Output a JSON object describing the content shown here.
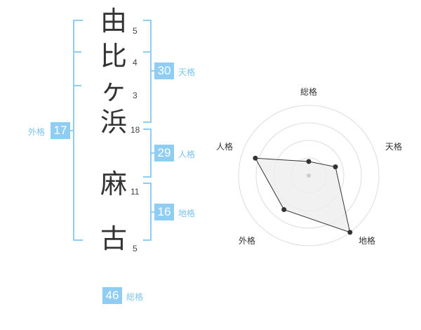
{
  "name": {
    "characters": [
      {
        "char": "由",
        "strokes": "5"
      },
      {
        "char": "比",
        "strokes": "4"
      },
      {
        "char": "ヶ",
        "strokes": "3"
      },
      {
        "char": "浜",
        "strokes": "18"
      },
      {
        "char": "麻",
        "strokes": "11"
      },
      {
        "char": "古",
        "strokes": "5"
      }
    ]
  },
  "kaku": {
    "tenkaku": {
      "value": "30",
      "label": "天格"
    },
    "jinkaku": {
      "value": "29",
      "label": "人格"
    },
    "chikaku": {
      "value": "16",
      "label": "地格"
    },
    "gaikaku": {
      "value": "17",
      "label": "外格"
    },
    "soukaku": {
      "value": "46",
      "label": "総格"
    }
  },
  "radar": {
    "axes": [
      "総格",
      "天格",
      "地格",
      "外格",
      "人格"
    ],
    "values": [
      0.2,
      0.4,
      1.0,
      0.6,
      0.8
    ],
    "ring_count": 4,
    "line_color": "#333333",
    "fill_color": "#eeeeee",
    "ring_color": "#dddddd",
    "accent_color": "#8fcdf3"
  }
}
